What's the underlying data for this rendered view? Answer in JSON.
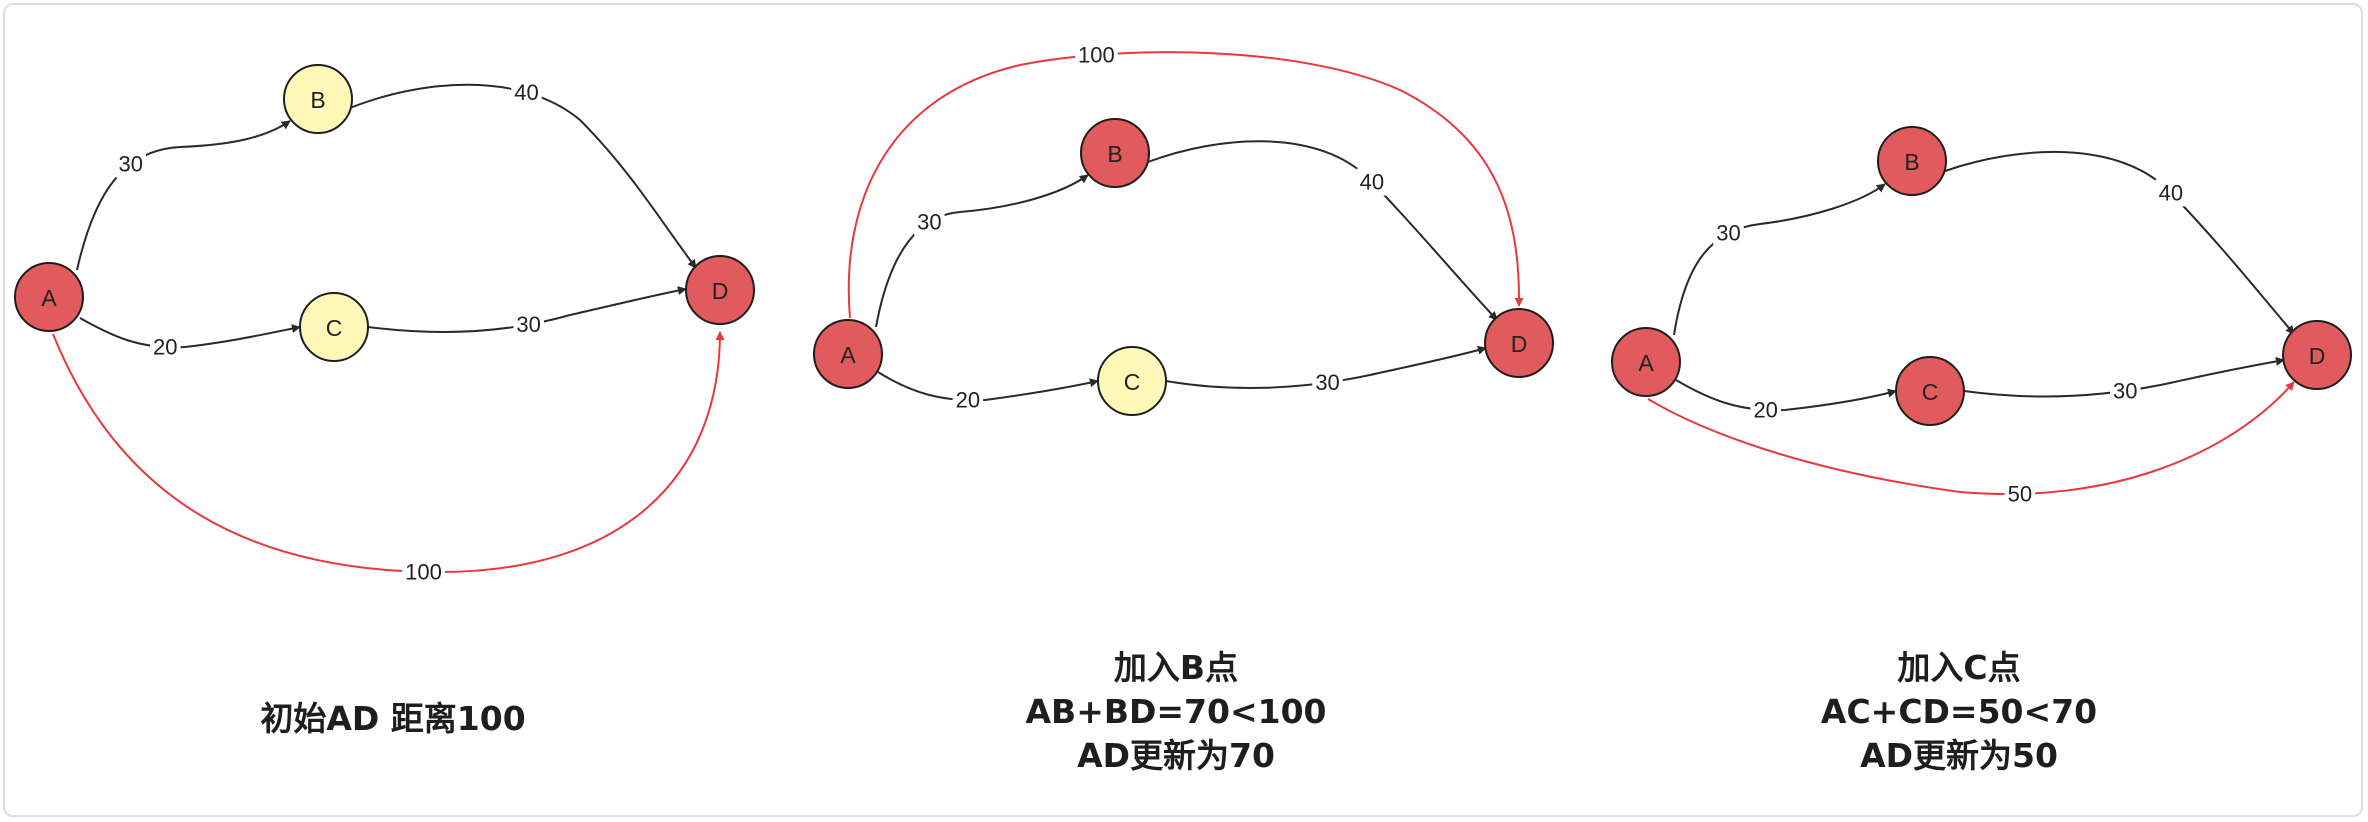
{
  "colors": {
    "node_red": "#e05a5e",
    "node_yellow": "#fff8b8",
    "edge_black": "#2a2a2a",
    "edge_red": "#e8383c"
  },
  "panels": [
    {
      "caption": [
        "初始AD 距离100"
      ],
      "nodes": [
        {
          "id": "A",
          "label": "A",
          "fill": "red"
        },
        {
          "id": "B",
          "label": "B",
          "fill": "yellow"
        },
        {
          "id": "C",
          "label": "C",
          "fill": "yellow"
        },
        {
          "id": "D",
          "label": "D",
          "fill": "red"
        }
      ],
      "edges": [
        {
          "from": "A",
          "to": "B",
          "weight": "30",
          "color": "black"
        },
        {
          "from": "B",
          "to": "D",
          "weight": "40",
          "color": "black"
        },
        {
          "from": "A",
          "to": "C",
          "weight": "20",
          "color": "black"
        },
        {
          "from": "C",
          "to": "D",
          "weight": "30",
          "color": "black"
        },
        {
          "from": "A",
          "to": "D",
          "weight": "100",
          "color": "red"
        }
      ]
    },
    {
      "caption": [
        "加入B点",
        "AB+BD=70<100",
        "AD更新为70"
      ],
      "nodes": [
        {
          "id": "A",
          "label": "A",
          "fill": "red"
        },
        {
          "id": "B",
          "label": "B",
          "fill": "red"
        },
        {
          "id": "C",
          "label": "C",
          "fill": "yellow"
        },
        {
          "id": "D",
          "label": "D",
          "fill": "red"
        }
      ],
      "edges": [
        {
          "from": "A",
          "to": "B",
          "weight": "30",
          "color": "black"
        },
        {
          "from": "B",
          "to": "D",
          "weight": "40",
          "color": "black"
        },
        {
          "from": "A",
          "to": "C",
          "weight": "20",
          "color": "black"
        },
        {
          "from": "C",
          "to": "D",
          "weight": "30",
          "color": "black"
        },
        {
          "from": "A",
          "to": "D",
          "weight": "100",
          "color": "red"
        }
      ]
    },
    {
      "caption": [
        "加入C点",
        "AC+CD=50<70",
        "AD更新为50"
      ],
      "nodes": [
        {
          "id": "A",
          "label": "A",
          "fill": "red"
        },
        {
          "id": "B",
          "label": "B",
          "fill": "red"
        },
        {
          "id": "C",
          "label": "C",
          "fill": "red"
        },
        {
          "id": "D",
          "label": "D",
          "fill": "red"
        }
      ],
      "edges": [
        {
          "from": "A",
          "to": "B",
          "weight": "30",
          "color": "black"
        },
        {
          "from": "B",
          "to": "D",
          "weight": "40",
          "color": "black"
        },
        {
          "from": "A",
          "to": "C",
          "weight": "20",
          "color": "black"
        },
        {
          "from": "C",
          "to": "D",
          "weight": "30",
          "color": "black"
        },
        {
          "from": "A",
          "to": "D",
          "weight": "50",
          "color": "red"
        }
      ]
    }
  ]
}
